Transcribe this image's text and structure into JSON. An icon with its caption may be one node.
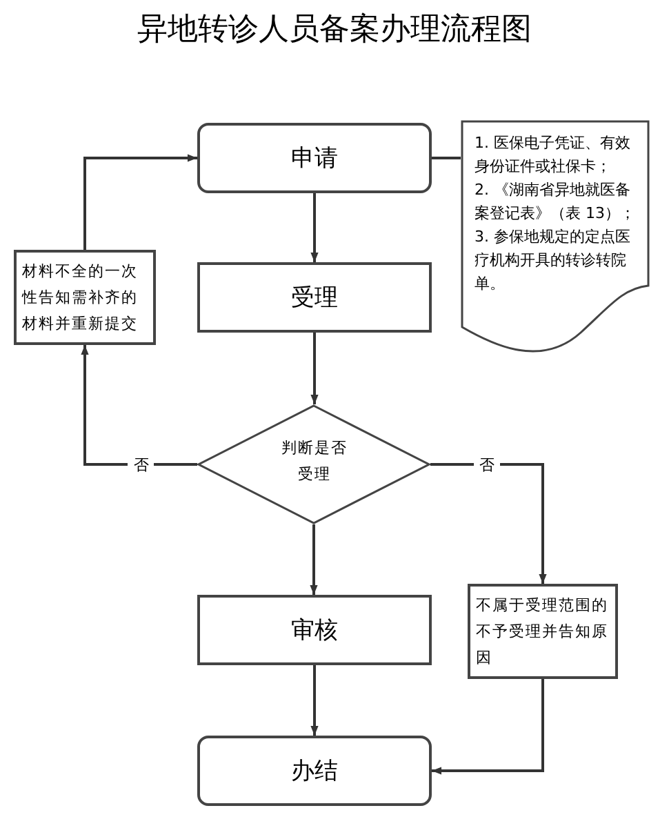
{
  "diagram": {
    "title": "异地转诊人员备案办理流程图",
    "nodes": [
      {
        "text": [
          "申请"
        ]
      },
      {
        "text": [
          "1. 医保电子凭证、有效身份证件或社保卡；",
          "2. 《湖南省异地就医备案登记表》（表 13）；",
          "3. 参保地规定的定点医疗机构开具的转诊转院单。"
        ]
      },
      {
        "text": [
          "材料不全的一次性告知需补齐的材料并重新提交"
        ]
      },
      {
        "text": [
          "受理"
        ]
      },
      {
        "text": [
          "判断是否受理"
        ]
      },
      {
        "text": [
          "审核"
        ]
      },
      {
        "text": [
          "不属于受理范围的不予受理并告知原因"
        ]
      },
      {
        "text": [
          "办结"
        ]
      }
    ],
    "edges": [
      {
        "from": 0,
        "to": 3,
        "arrow": "to"
      },
      {
        "from": 3,
        "to": 4,
        "arrow": "to"
      },
      {
        "from": 4,
        "to": 2,
        "arrow": "to",
        "label": "否"
      },
      {
        "from": 2,
        "to": 0,
        "arrow": "to"
      },
      {
        "from": 4,
        "to": 6,
        "arrow": "to",
        "label": "否"
      },
      {
        "from": 4,
        "to": 5,
        "arrow": "to"
      },
      {
        "from": 5,
        "to": 7,
        "arrow": "to"
      },
      {
        "from": 6,
        "to": 7,
        "arrow": "to"
      },
      {
        "from": 0,
        "to": 1,
        "arrow": "none"
      }
    ]
  }
}
